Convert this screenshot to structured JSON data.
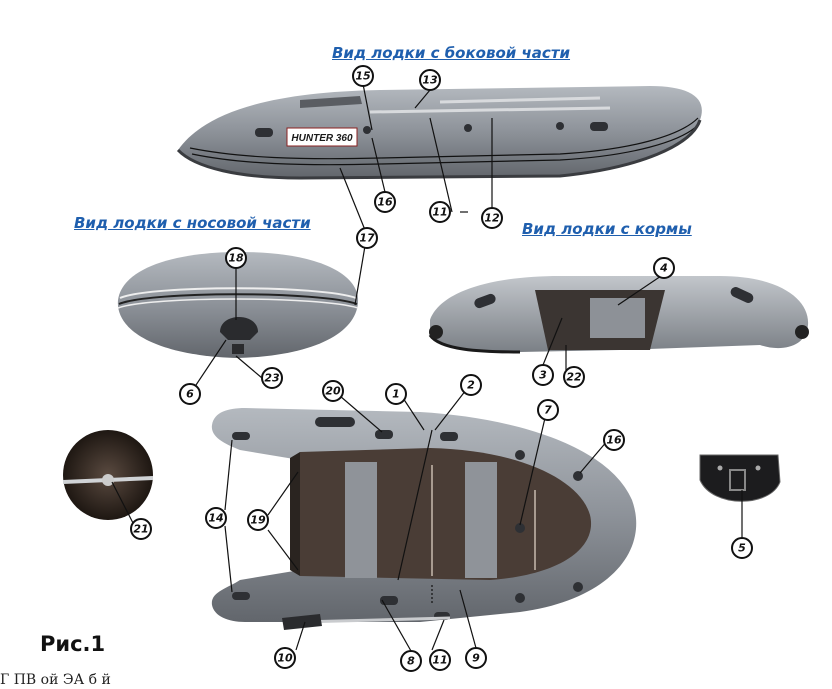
{
  "headings": {
    "side": "Вид лодки с боковой части",
    "bow": "Вид лодки  с носовой части",
    "stern": "Вид лодки с кормы"
  },
  "brand": "HUNTER 360",
  "figure_label": "Рис.1",
  "callouts": [
    "15",
    "13",
    "16",
    "11",
    "12",
    "17",
    "18",
    "6",
    "23",
    "4",
    "3",
    "22",
    "20",
    "1",
    "2",
    "7",
    "16",
    "14",
    "19",
    "21",
    "5",
    "10",
    "8",
    "11",
    "9"
  ],
  "colors": {
    "hull": "#8a8f96",
    "hull_light": "#a8adb3",
    "hull_dark": "#5d6167",
    "floor": "#4a3d36",
    "heading": "#1f5fae"
  },
  "footer_text": "Г                                      ПВ                                    ой                                  ЭА    б         й"
}
